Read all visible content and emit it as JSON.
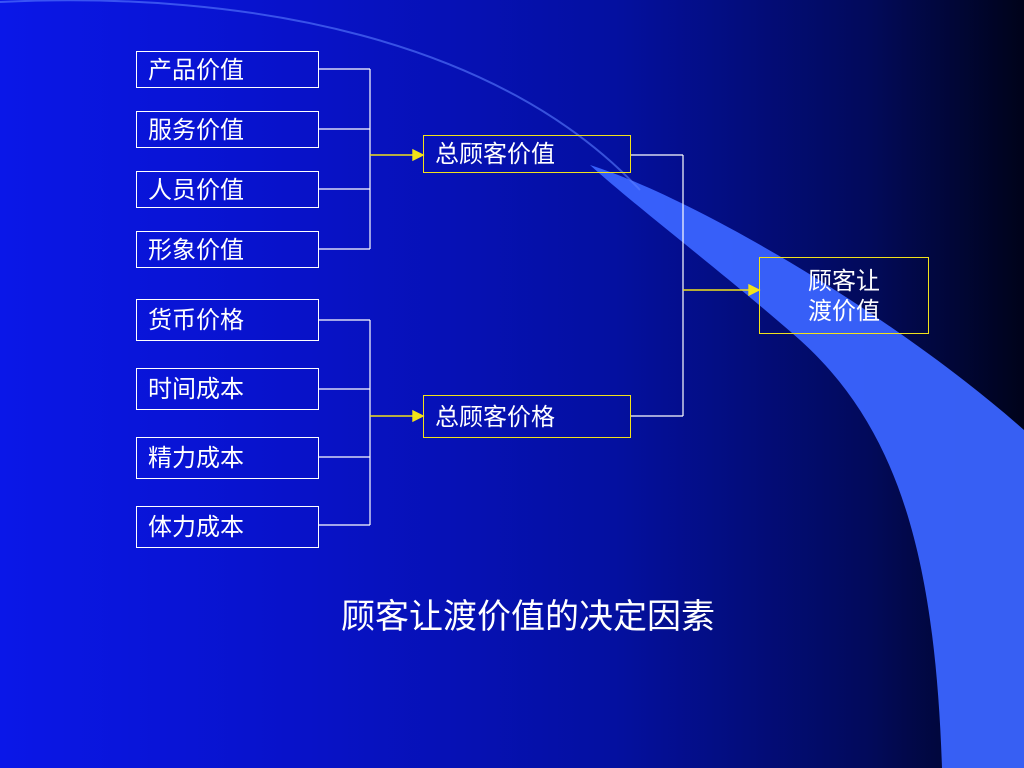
{
  "colors": {
    "left_border": "#ffffff",
    "mid_border": "#f2e21a",
    "line": "#ffffff",
    "arrow": "#f2e21a",
    "swoosh": "#3a64ff",
    "text": "#ffffff"
  },
  "value_items": [
    "产品价值",
    "服务价值",
    "人员价值",
    "形象价值"
  ],
  "cost_items": [
    "货币价格",
    "时间成本",
    "精力成本",
    "体力成本"
  ],
  "total_value": "总顾客价值",
  "total_cost": "总顾客价格",
  "result": {
    "line1": "顾客让",
    "line2": "渡价值"
  },
  "caption": "顾客让渡价值的决定因素"
}
